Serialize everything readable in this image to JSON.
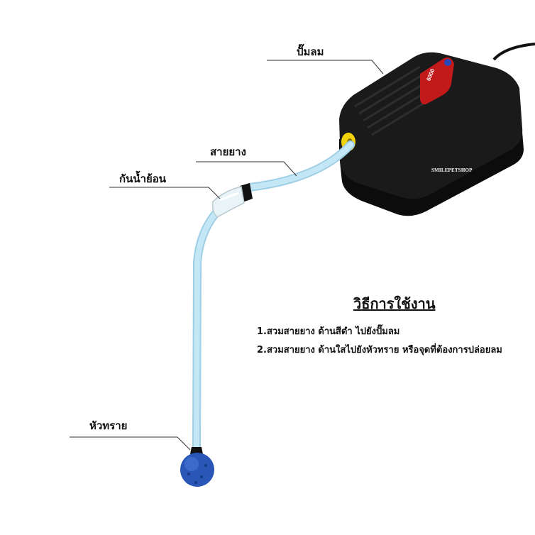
{
  "labels": {
    "pump": "ปั๊มลม",
    "tube": "สายยาง",
    "check_valve": "กันน้ำย้อน",
    "air_stone": "หัวทราย"
  },
  "instructions": {
    "title": "วิธีการใช้งาน",
    "steps": [
      "1.สวมสายยาง ด้านสีดำ ไปยังปั๊มลม",
      "2.สวมสายยาง ด้านใสไปยังหัวทราย หรือจุดที่ต้องการปล่อยลม"
    ]
  },
  "product": {
    "watermark": "SMILEPETSHOP",
    "model_text": "6000"
  },
  "colors": {
    "tube": "#bfe3f2",
    "pump_body": "#141414",
    "air_stone": "#2a56b8",
    "port": "#f2d20a"
  }
}
